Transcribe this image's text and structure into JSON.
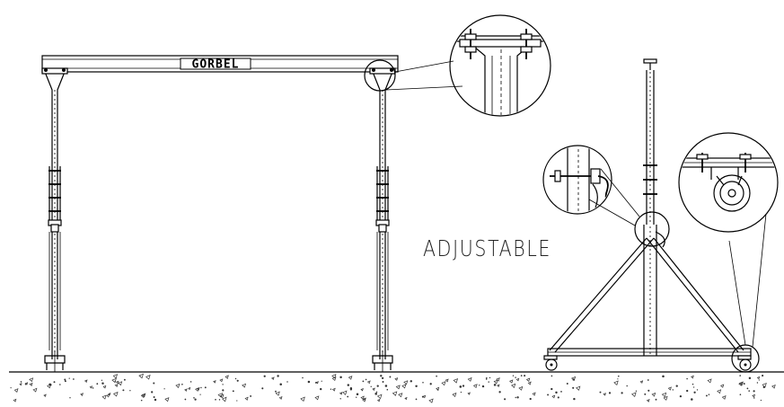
{
  "beam": {
    "brand": "GORBEL"
  },
  "caption": {
    "text": "ADJUSTABLE"
  },
  "colors": {
    "line": "#000000",
    "background": "#ffffff",
    "ground_speckle": "#333333"
  },
  "details": [
    "beam-connection-detail",
    "pin-chain-detail",
    "caster-detail"
  ]
}
